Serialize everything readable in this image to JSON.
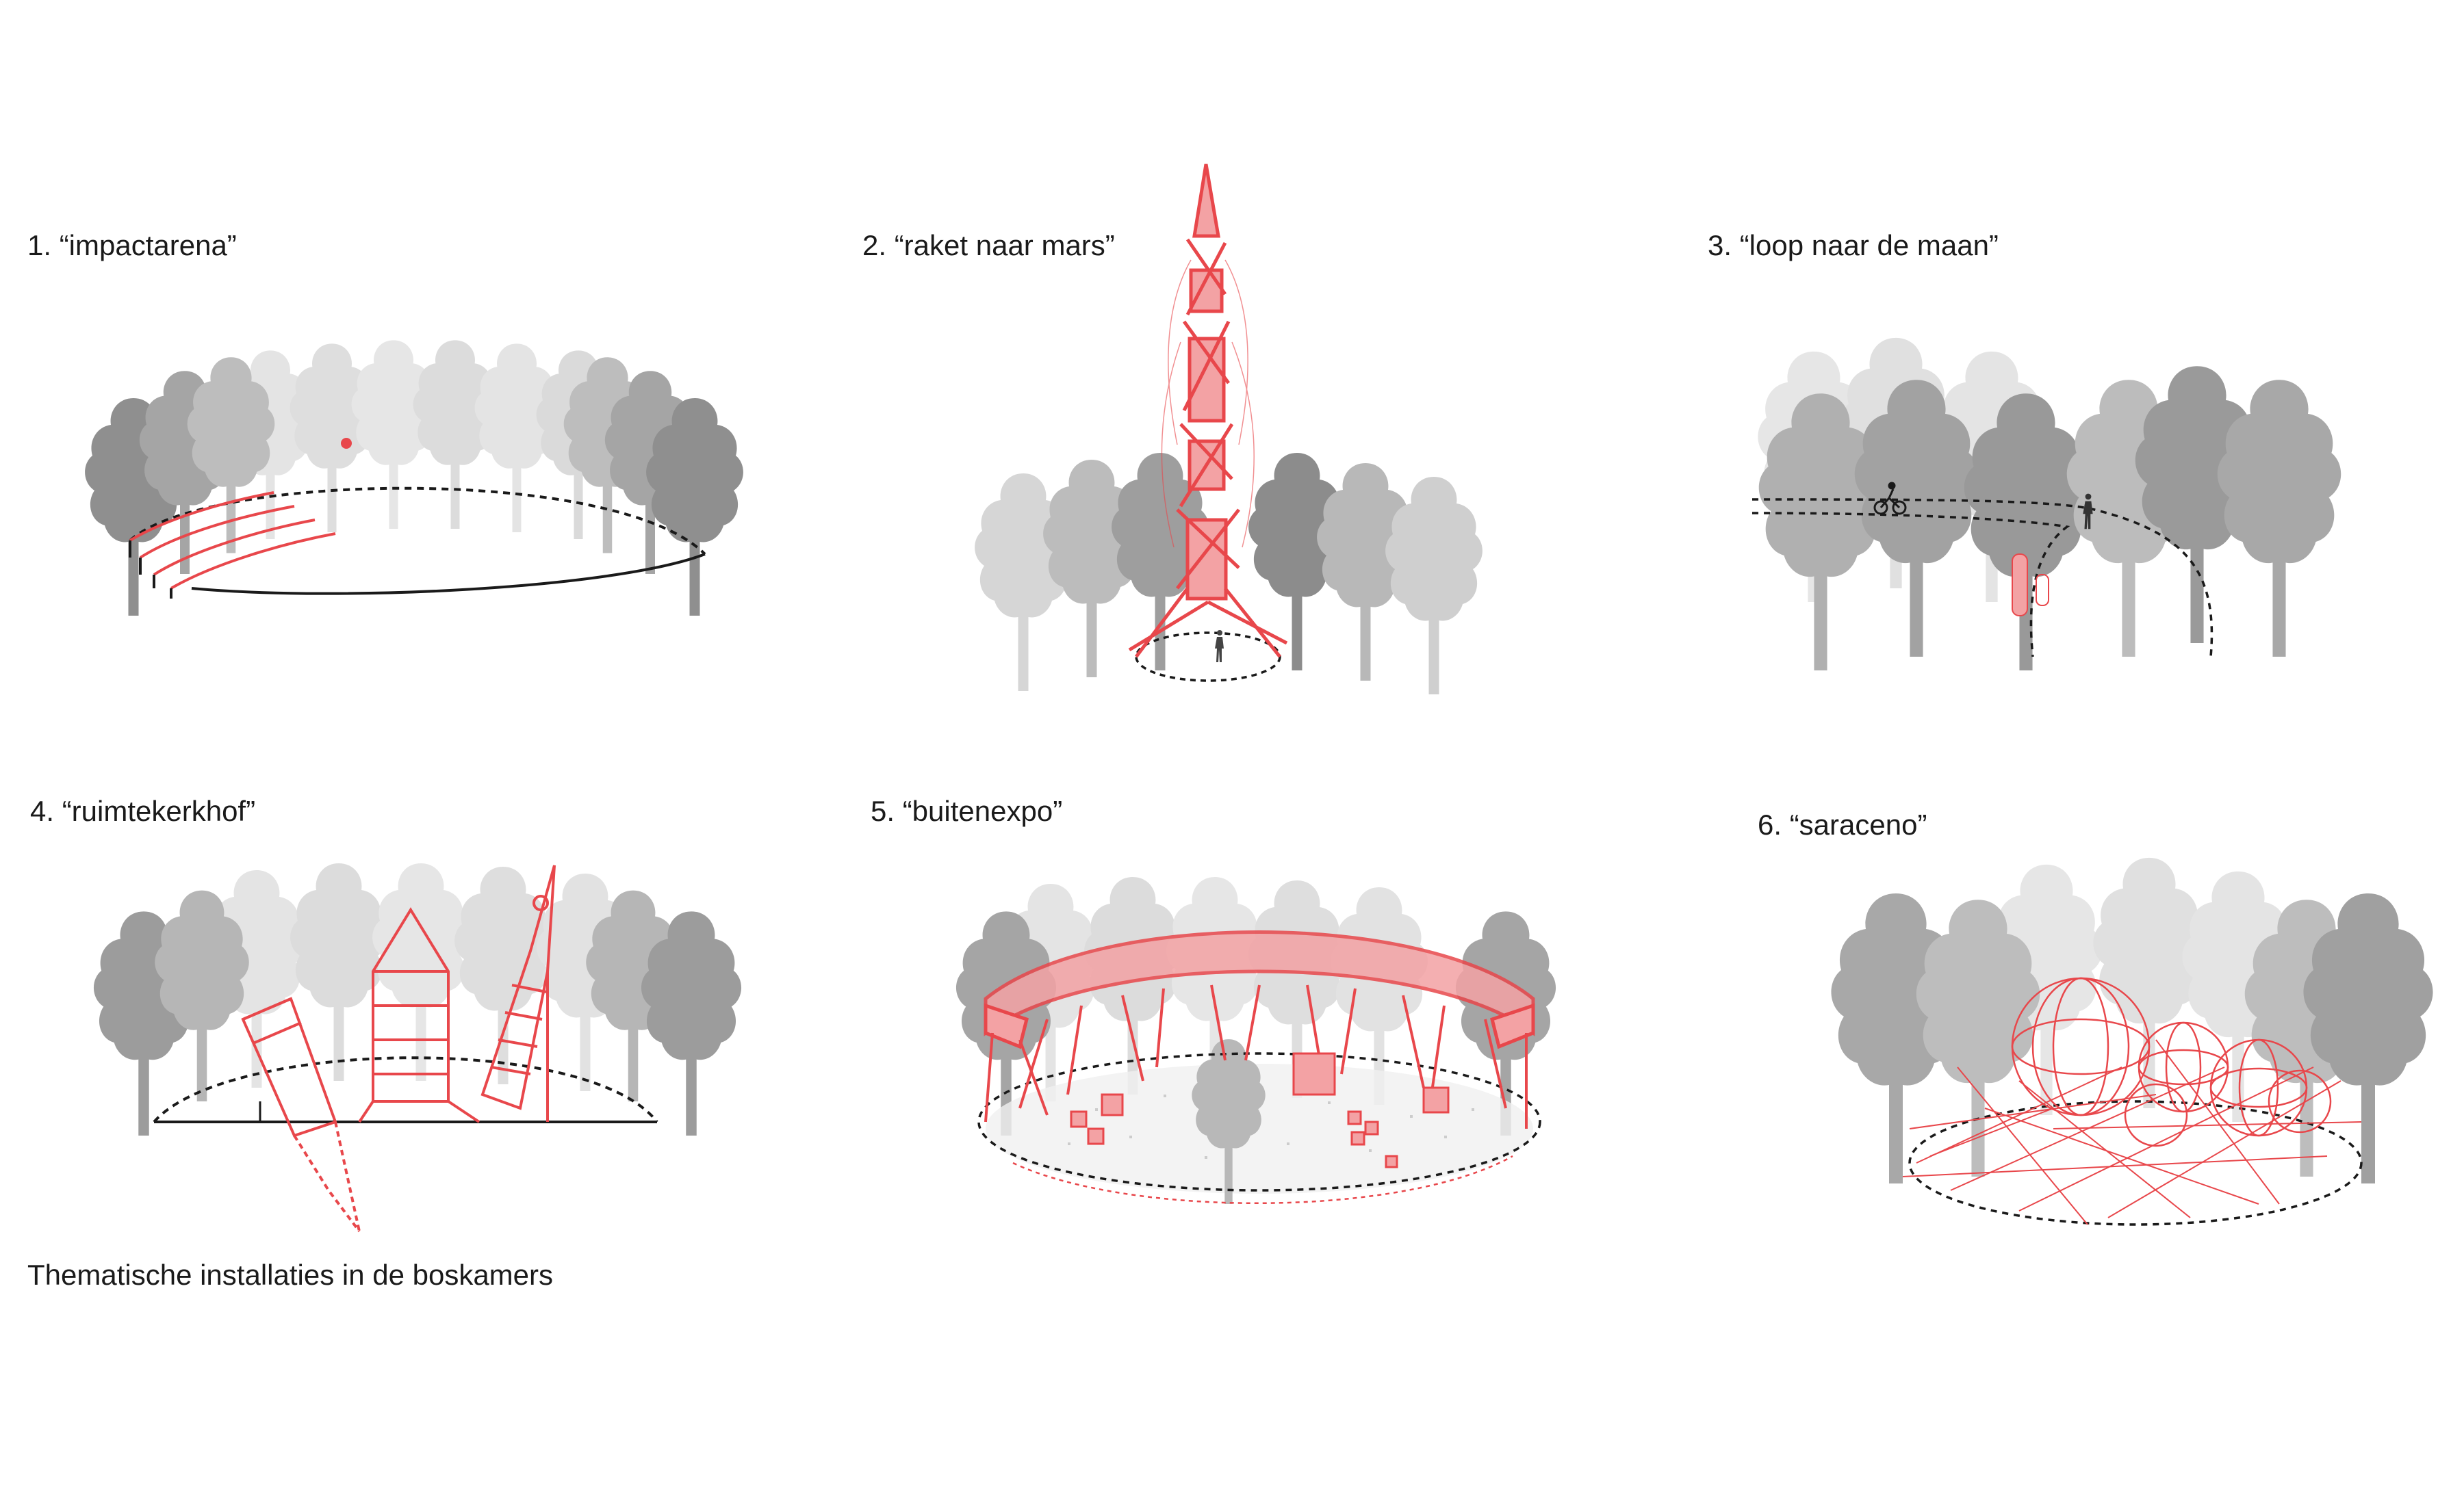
{
  "panels": [
    {
      "id": "impactarena",
      "label": "1. “impactarena”"
    },
    {
      "id": "raket",
      "label": "2. “raket naar mars”"
    },
    {
      "id": "loop",
      "label": "3. “loop naar de maan”"
    },
    {
      "id": "ruimtekerkhof",
      "label": "4. “ruimtekerkhof”"
    },
    {
      "id": "buitenexpo",
      "label": "5. “buitenexpo”"
    },
    {
      "id": "saraceno",
      "label": "6. “saraceno”"
    }
  ],
  "caption": "Thematische installaties in de boskamers",
  "colors": {
    "accent": "#e8474b",
    "accent_fill": "#f3a2a4",
    "tree_dark": "#8c8c8c",
    "tree_mid": "#b3b3b3",
    "tree_light": "#dcdcdc",
    "line": "#1a1a1a"
  }
}
